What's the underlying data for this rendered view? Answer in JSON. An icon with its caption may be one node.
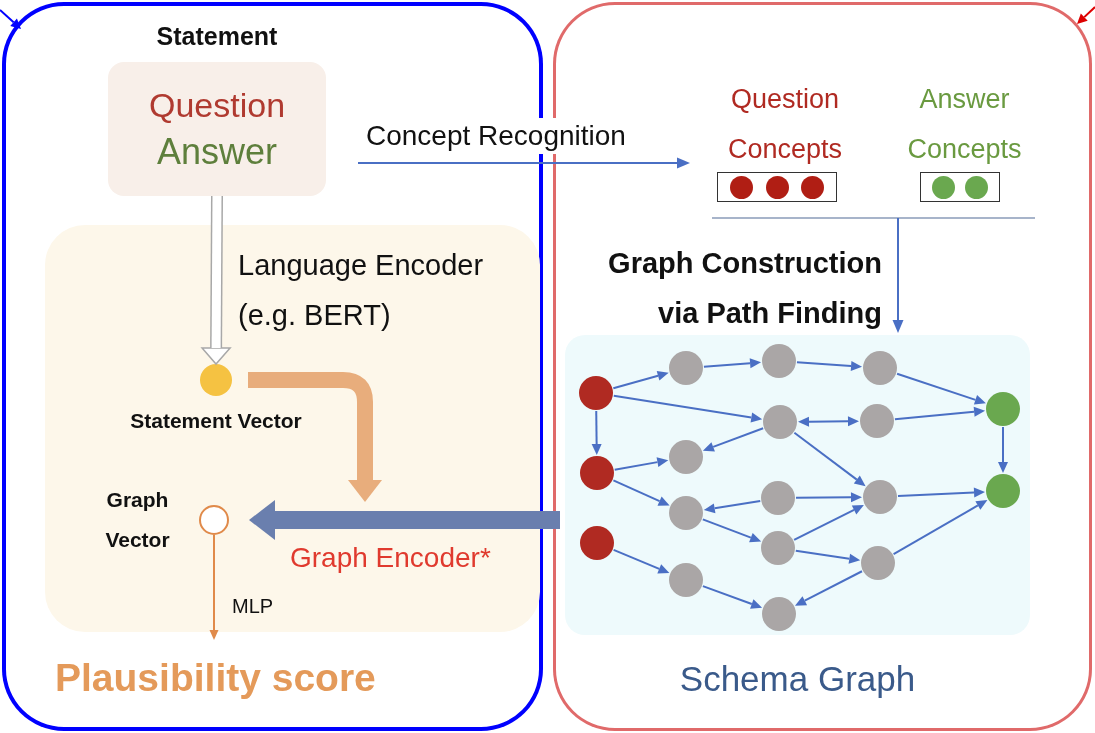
{
  "diagram": {
    "nodes": [
      {
        "text": [],
        "shape": "box"
      },
      {
        "text": [
          "Statement",
          "Question",
          "Answer"
        ],
        "in": 0
      },
      {
        "text": [],
        "shape": "box",
        "in": 0
      },
      {
        "text": [],
        "shape": "circle",
        "beside": [
          "Statement Vector"
        ],
        "in": 2
      },
      {
        "text": [],
        "shape": "circle",
        "beside": [
          "Graph Vector"
        ],
        "in": 2
      },
      {
        "text": [
          "Plausibility score"
        ],
        "in": 0
      },
      {
        "text": [],
        "shape": "box"
      },
      {
        "text": [
          "Question Concepts"
        ],
        "in": 6
      },
      {
        "text": [],
        "shape": "box",
        "in": 6
      },
      {
        "text": [
          "Answer Concepts"
        ],
        "in": 6
      },
      {
        "text": [],
        "shape": "box",
        "in": 6
      },
      {
        "text": [
          "Schema Graph"
        ],
        "in": 6
      },
      {
        "text": [],
        "shape": "circle",
        "in": 11
      },
      {
        "text": [],
        "shape": "circle",
        "in": 11
      },
      {
        "text": [],
        "shape": "circle",
        "in": 11
      },
      {
        "text": [],
        "shape": "circle",
        "in": 11
      },
      {
        "text": [],
        "shape": "circle",
        "in": 11
      },
      {
        "text": [],
        "shape": "circle",
        "in": 11
      },
      {
        "text": [],
        "shape": "circle",
        "in": 11
      },
      {
        "text": [],
        "shape": "circle",
        "in": 11
      },
      {
        "text": [],
        "shape": "circle",
        "in": 11
      },
      {
        "text": [],
        "shape": "circle",
        "in": 11
      },
      {
        "text": [],
        "shape": "circle",
        "in": 11
      },
      {
        "text": [],
        "shape": "circle",
        "in": 11
      },
      {
        "text": [],
        "shape": "circle",
        "in": 11
      },
      {
        "text": [],
        "shape": "circle",
        "in": 11
      },
      {
        "text": [],
        "shape": "circle",
        "in": 11
      },
      {
        "text": [],
        "shape": "circle",
        "in": 11
      },
      {
        "text": [],
        "shape": "circle",
        "in": 11
      },
      {
        "text": [],
        "shape": "circle",
        "in": 11
      }
    ],
    "edges": [
      {
        "from": null,
        "to": 0,
        "arrow": "to",
        "color": "#0000ff"
      },
      {
        "from": null,
        "to": 6,
        "arrow": "to",
        "color": "#dd0000"
      },
      {
        "from": 1,
        "to": 3,
        "arrow": "to",
        "label": "Language Encoder (e.g. BERT)",
        "style": "thick",
        "color": "#a8a8a8"
      },
      {
        "from": 1,
        "to": 7,
        "arrow": "to",
        "label": "Concept Recognition"
      },
      {
        "from": 3,
        "to": null,
        "arrow": "to",
        "style": "thick",
        "color": "#e8ad7c"
      },
      {
        "from": 11,
        "to": 4,
        "arrow": "to",
        "label": "Graph Encoder*",
        "style": "thick",
        "color": "#6a7fae"
      },
      {
        "from": 4,
        "to": 5,
        "arrow": "to",
        "label": "MLP",
        "color": "#e08a4a"
      },
      {
        "from": null,
        "to": 11,
        "arrow": "to",
        "label": "Graph Construction via Path Finding"
      },
      {
        "from": 12,
        "to": 15,
        "arrow": "to"
      },
      {
        "from": 15,
        "to": 19,
        "arrow": "to"
      },
      {
        "from": 19,
        "to": 24,
        "arrow": "to"
      },
      {
        "from": 24,
        "to": 28,
        "arrow": "to"
      },
      {
        "from": 12,
        "to": 20,
        "arrow": "to"
      },
      {
        "from": 12,
        "to": 13,
        "arrow": "to"
      },
      {
        "from": 20,
        "to": 25,
        "arrow": "both"
      },
      {
        "from": 25,
        "to": 28,
        "arrow": "to"
      },
      {
        "from": 20,
        "to": 16,
        "arrow": "to"
      },
      {
        "from": 20,
        "to": 26,
        "arrow": "to"
      },
      {
        "from": 28,
        "to": 29,
        "arrow": "to"
      },
      {
        "from": 13,
        "to": 16,
        "arrow": "to"
      },
      {
        "from": 13,
        "to": 17,
        "arrow": "to"
      },
      {
        "from": 21,
        "to": 17,
        "arrow": "to"
      },
      {
        "from": 21,
        "to": 26,
        "arrow": "to"
      },
      {
        "from": 17,
        "to": 22,
        "arrow": "to"
      },
      {
        "from": 22,
        "to": 26,
        "arrow": "to"
      },
      {
        "from": 22,
        "to": 27,
        "arrow": "to"
      },
      {
        "from": 26,
        "to": 29,
        "arrow": "to"
      },
      {
        "from": 27,
        "to": 29,
        "arrow": "to"
      },
      {
        "from": 14,
        "to": 18,
        "arrow": "to"
      },
      {
        "from": 18,
        "to": 23,
        "arrow": "to"
      },
      {
        "from": 27,
        "to": 23,
        "arrow": "to"
      }
    ]
  }
}
